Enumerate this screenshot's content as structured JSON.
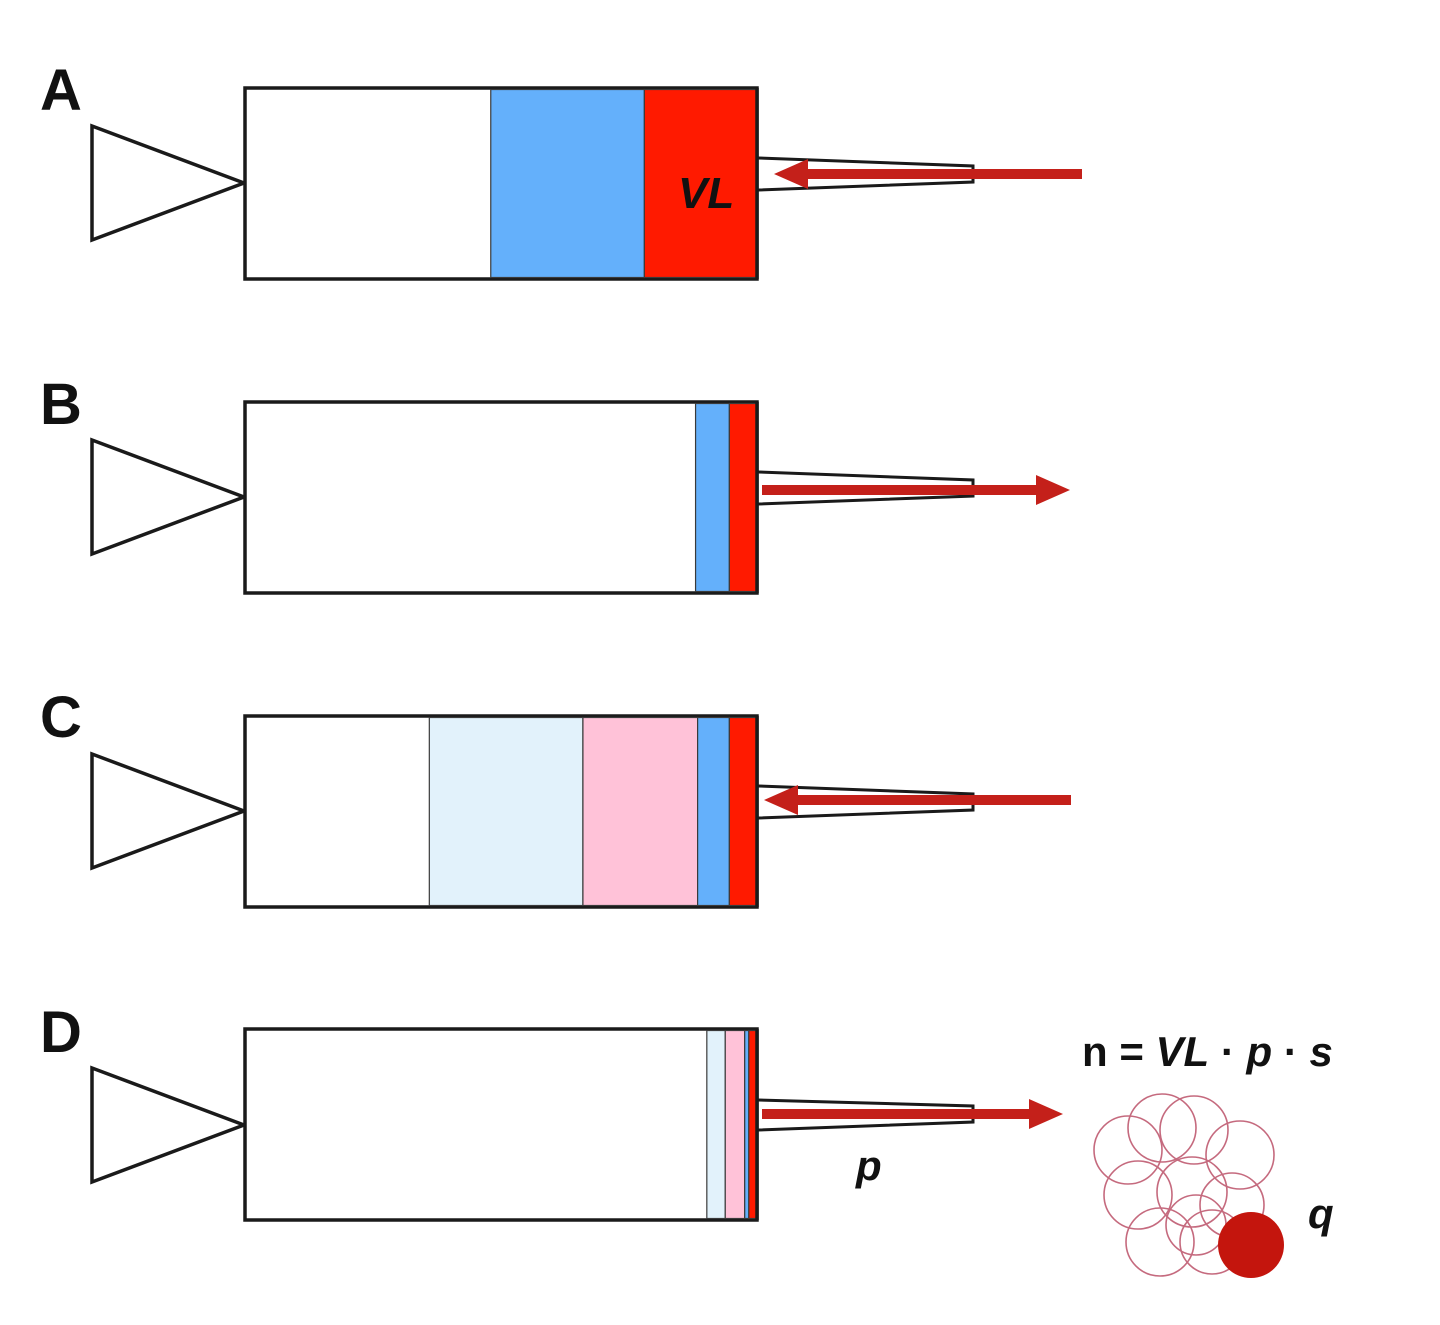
{
  "colors": {
    "outline": "#1a1a1a",
    "blue": "#64b0fb",
    "red": "#ff1a00",
    "light_blue": "#e2f2fb",
    "pink": "#ffc2d8",
    "arrow": "#c4201a",
    "circle_outline": "#c56a7e",
    "filled_circle": "#c4150d"
  },
  "panels": [
    {
      "letter": "A",
      "direction": "in",
      "layers": [
        {
          "kind": "blue",
          "thickness": 0.3
        },
        {
          "kind": "red",
          "thickness": 0.22
        }
      ],
      "inside_label": "VL"
    },
    {
      "letter": "B",
      "direction": "out",
      "layers": [
        {
          "kind": "blue",
          "thickness": 0.066
        },
        {
          "kind": "red",
          "thickness": 0.054
        }
      ]
    },
    {
      "letter": "C",
      "direction": "in",
      "layers": [
        {
          "kind": "light_blue",
          "thickness": 0.3
        },
        {
          "kind": "pink",
          "thickness": 0.224
        },
        {
          "kind": "blue",
          "thickness": 0.062
        },
        {
          "kind": "red",
          "thickness": 0.054
        }
      ]
    },
    {
      "letter": "D",
      "direction": "out",
      "layers": [
        {
          "kind": "light_blue",
          "thickness": 0.036
        },
        {
          "kind": "pink",
          "thickness": 0.038
        },
        {
          "kind": "blue",
          "thickness": 0.008
        },
        {
          "kind": "red",
          "thickness": 0.016
        }
      ],
      "needle_label": "p"
    }
  ],
  "formula": {
    "n": "n",
    "equals": " = ",
    "vl": "VL",
    "dot": " · ",
    "p": "p",
    "s": "s"
  },
  "cluster_label": "q",
  "circle_count": 10
}
